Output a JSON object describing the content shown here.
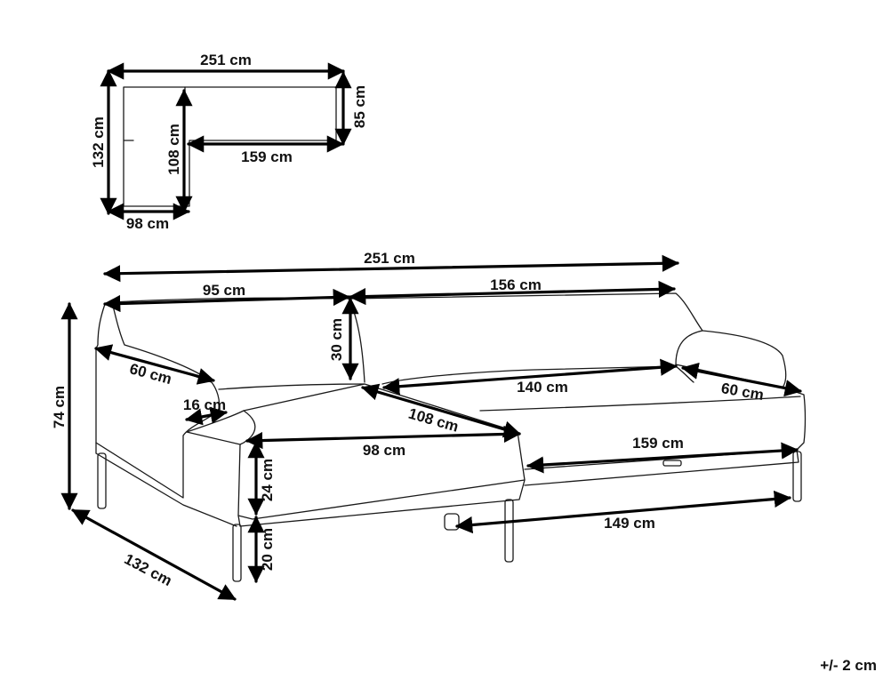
{
  "colors": {
    "line": "#1a1a1a",
    "dimension": "#000000",
    "background": "#ffffff"
  },
  "top_view": {
    "width_total": "251 cm",
    "depth_chaise": "132 cm",
    "depth_inner_chaise": "108 cm",
    "depth_right": "85 cm",
    "width_right_inner": "159 cm",
    "width_chaise": "98 cm"
  },
  "side_view": {
    "width_total": "251 cm",
    "width_left": "95 cm",
    "width_right": "156 cm",
    "back_height": "30 cm",
    "arm_depth_left": "60 cm",
    "arm_width": "16 cm",
    "seat_depth_inner": "108 cm",
    "seat_width_right": "140 cm",
    "arm_depth_right": "60 cm",
    "chaise_width": "98 cm",
    "seat_width_front": "159 cm",
    "height_total": "74 cm",
    "seat_thickness": "24 cm",
    "leg_height": "20 cm",
    "depth_total": "132 cm",
    "leg_span": "149 cm"
  },
  "tolerance": "+/- 2 cm"
}
